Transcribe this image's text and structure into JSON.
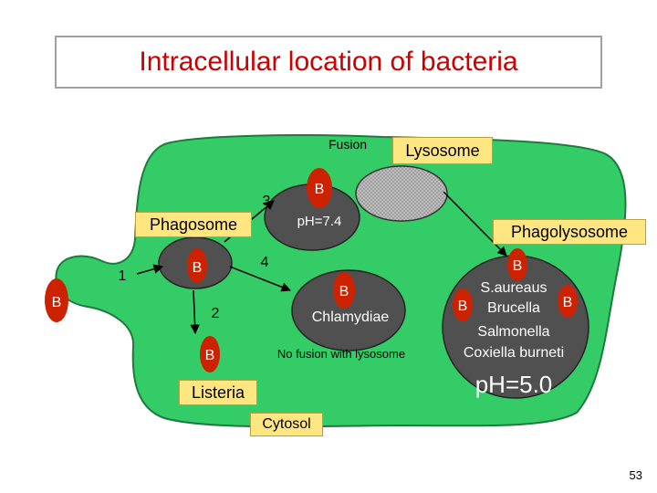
{
  "title": "Intracellular location of bacteria",
  "labels": {
    "fusion": "Fusion",
    "lysosome": "Lysosome",
    "phagosome": "Phagosome",
    "phagolysosome": "Phagolysosome",
    "ph_phagosome": "pH=7.4",
    "chlamydiae": "Chlamydiae",
    "no_fusion": "No fusion with lysosome",
    "listeria": "Listeria",
    "cytosol": "Cytosol",
    "ph_phagolysosome": "pH=5.0"
  },
  "steps": [
    "1",
    "2",
    "3",
    "4"
  ],
  "bacteria_label": "B",
  "phagolysosome_bacteria": [
    "S.aureaus",
    "Brucella",
    "Salmonella",
    "Coxiella burneti"
  ],
  "page_number": "53",
  "colors": {
    "cell": "#33cc66",
    "vacuole": "#505050",
    "bacterium": "#cc2200",
    "label_box": "#ffe680",
    "title_text": "#cc0000"
  }
}
